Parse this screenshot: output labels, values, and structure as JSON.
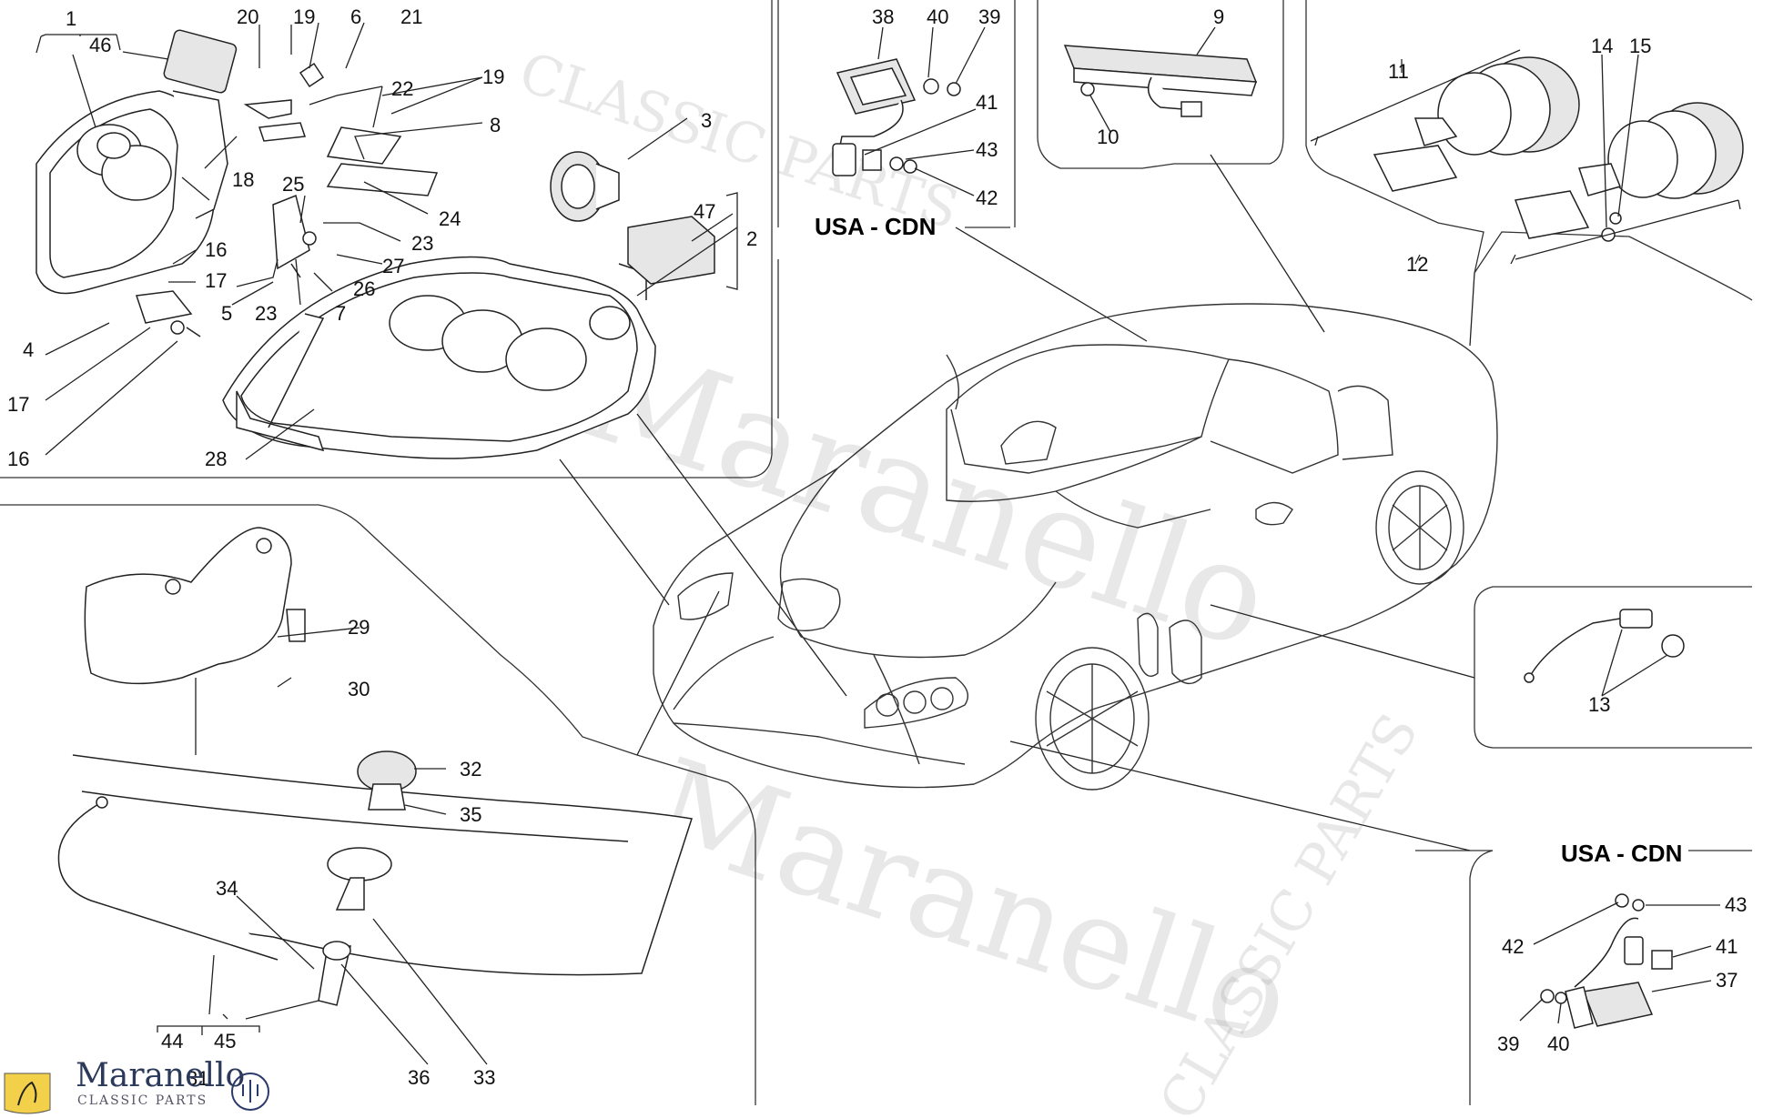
{
  "watermark": {
    "text_main": "Maranello",
    "text_sub": "CLASSIC PARTS"
  },
  "region_labels": {
    "usa_cdn_top": "USA - CDN",
    "usa_cdn_bottom": "USA - CDN"
  },
  "callouts": {
    "c1": "1",
    "c46": "46",
    "c20": "20",
    "c19a": "19",
    "c6": "6",
    "c21": "21",
    "c22": "22",
    "c19b": "19",
    "c8": "8",
    "c3": "3",
    "c18": "18",
    "c25": "25",
    "c24": "24",
    "c23a": "23",
    "c27": "27",
    "c26": "26",
    "c16a": "16",
    "c17a": "17",
    "c5": "5",
    "c23b": "23",
    "c7": "7",
    "c47": "47",
    "c2": "2",
    "c4": "4",
    "c17b": "17",
    "c16b": "16",
    "c28": "28",
    "c38": "38",
    "c40a": "40",
    "c39a": "39",
    "c41a": "41",
    "c43a": "43",
    "c42a": "42",
    "c9": "9",
    "c10": "10",
    "c11": "11",
    "c14": "14",
    "c15": "15",
    "c12": "12",
    "c29": "29",
    "c30": "30",
    "c32": "32",
    "c35": "35",
    "c34": "34",
    "c44": "44",
    "c45": "45",
    "c31": "31",
    "c36": "36",
    "c33": "33",
    "c13": "13",
    "c43b": "43",
    "c42b": "42",
    "c41b": "41",
    "c37": "37",
    "c39b": "39",
    "c40b": "40"
  },
  "brand": {
    "name": "Maranello",
    "sub": "CLASSIC PARTS"
  }
}
